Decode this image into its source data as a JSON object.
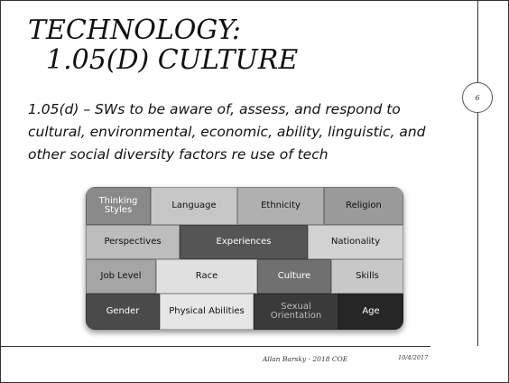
{
  "slide": {
    "title_line1": "TECHNOLOGY:",
    "title_line2": "1.05(D) CULTURE",
    "page_number": "6",
    "body": "1.05(d) – SWs to be aware of, assess, and respond to cultural, environmental, economic, ability, linguistic, and other social diversity factors re use of tech",
    "footer_author": "Allan Barsky - 2018 COE",
    "footer_date": "10/4/2017"
  },
  "puzzle": {
    "pieces": [
      {
        "label": "Thinking Styles",
        "bg": "#8a8a8a",
        "fg": "#ffffff"
      },
      {
        "label": "Language",
        "bg": "#c6c6c6",
        "fg": "#111111"
      },
      {
        "label": "Ethnicity",
        "bg": "#b0b0b0",
        "fg": "#111111"
      },
      {
        "label": "Religion",
        "bg": "#9a9a9a",
        "fg": "#111111"
      },
      {
        "label": "Perspectives",
        "bg": "#bdbdbd",
        "fg": "#111111"
      },
      {
        "label": "Experiences",
        "bg": "#555555",
        "fg": "#ffffff"
      },
      {
        "label": "Nationality",
        "bg": "#d2d2d2",
        "fg": "#111111"
      },
      {
        "label": "Job Level",
        "bg": "#a5a5a5",
        "fg": "#111111"
      },
      {
        "label": "Race",
        "bg": "#e0e0e0",
        "fg": "#111111"
      },
      {
        "label": "Culture",
        "bg": "#707070",
        "fg": "#ffffff"
      },
      {
        "label": "Skills",
        "bg": "#c8c8c8",
        "fg": "#111111"
      },
      {
        "label": "Gender",
        "bg": "#4a4a4a",
        "fg": "#ffffff"
      },
      {
        "label": "Physical Abilities",
        "bg": "#e6e6e6",
        "fg": "#111111"
      },
      {
        "label": "Sexual Orientation",
        "bg": "#3a3a3a",
        "fg": "#bbbbbb"
      },
      {
        "label": "Age",
        "bg": "#262626",
        "fg": "#ffffff"
      }
    ]
  }
}
